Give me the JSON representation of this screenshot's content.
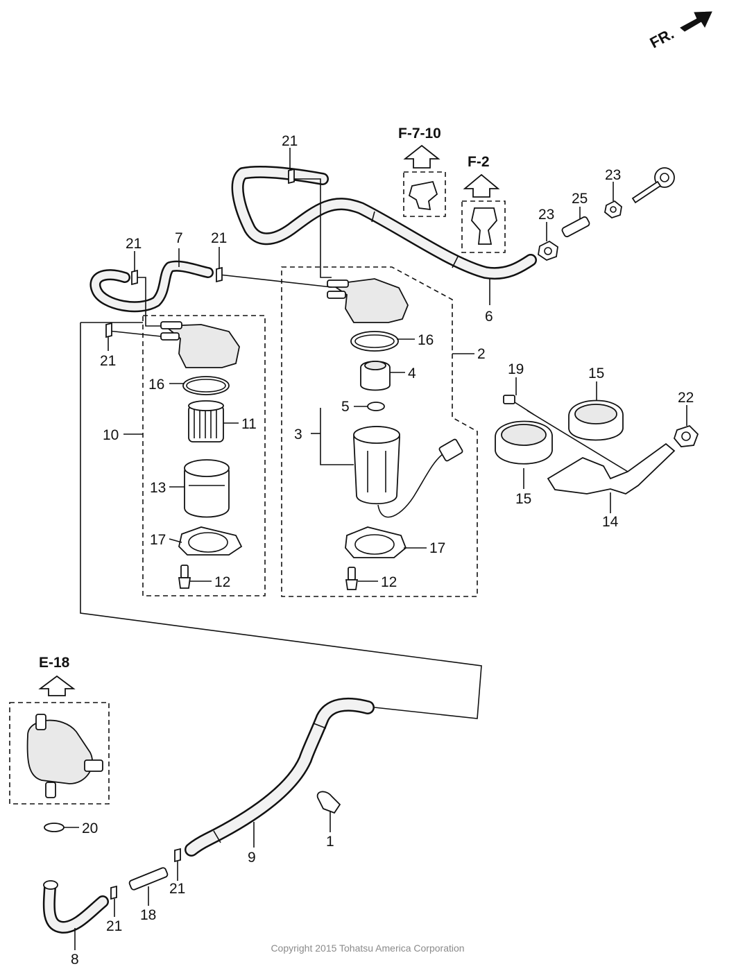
{
  "direction_label": "FR.",
  "references": {
    "f7_10": "F-7-10",
    "f2": "F-2",
    "e18": "E-18"
  },
  "part_labels": {
    "p1": "1",
    "p2": "2",
    "p3": "3",
    "p4": "4",
    "p5": "5",
    "p6": "6",
    "p7": "7",
    "p8": "8",
    "p9": "9",
    "p10": "10",
    "p11": "11",
    "p12_left": "12",
    "p12_right": "12",
    "p13": "13",
    "p14": "14",
    "p15_top": "15",
    "p15_bottom": "15",
    "p16_left": "16",
    "p16_right": "16",
    "p17_left": "17",
    "p17_right": "17",
    "p18": "18",
    "p19": "19",
    "p20": "20",
    "p21_top": "21",
    "p21_left_top": "21",
    "p21_mid_top": "21",
    "p21_left": "21",
    "p21_lower_a": "21",
    "p21_lower_b": "21",
    "p22": "22",
    "p23_a": "23",
    "p23_b": "23",
    "p25": "25"
  },
  "copyright": "Copyright 2015 Tohatsu America Corporation",
  "colors": {
    "line": "#111111",
    "hose_fill": "#f2f2f2",
    "copyright": "#8a8a8a"
  }
}
